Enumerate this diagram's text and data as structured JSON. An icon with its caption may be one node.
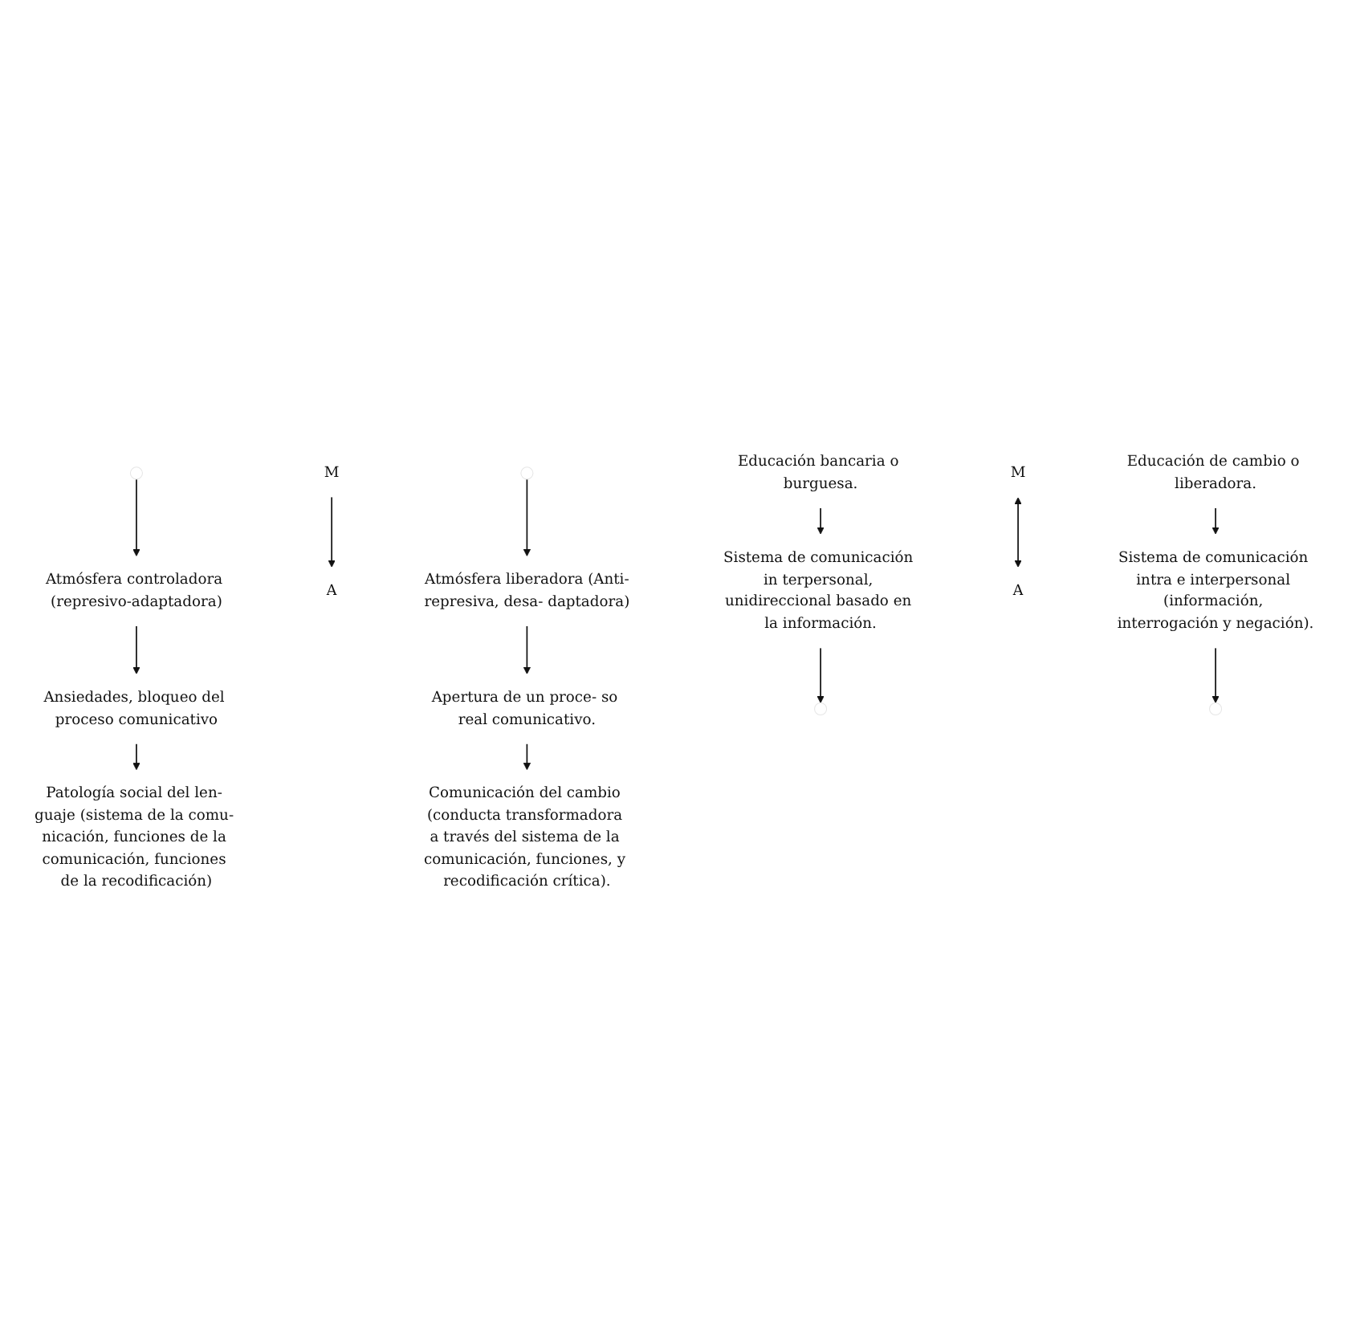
{
  "diagram": {
    "nodes": [
      {
        "text": [
          "Educación bancaria o burguesa."
        ]
      },
      {
        "text": [
          "Sistema de comunicación in terpersonal, unidireccional basado en la información."
        ]
      },
      {
        "text": [
          "M"
        ]
      },
      {
        "text": [
          "A"
        ]
      },
      {
        "text": [
          "Atmósfera controladora (represivo-adaptadora)"
        ]
      },
      {
        "text": [
          "Ansiedades, bloqueo del proceso comunicativo"
        ]
      },
      {
        "text": [
          "Patología social del len- guaje (sistema de la comu- nicación, funciones de la comunicación, funciones de la recodificación)"
        ]
      },
      {
        "text": [
          "Educación de cambio o liberadora."
        ]
      },
      {
        "text": [
          "Sistema de comunicación intra e interpersonal (información, interrogación y negación)."
        ]
      },
      {
        "text": [
          "M"
        ]
      },
      {
        "text": [
          "A"
        ]
      },
      {
        "text": [
          "Atmósfera liberadora (Anti-represiva, desa- daptadora)"
        ]
      },
      {
        "text": [
          "Apertura de un proce- so real comunicativo."
        ]
      },
      {
        "text": [
          "Comunicación del cambio (conducta transformadora a través del sistema de la comunicación, funciones, y recodificación crítica)."
        ]
      }
    ],
    "edges": [
      {
        "from": 0,
        "to": 1,
        "arrow": "to"
      },
      {
        "from": 1,
        "to": null,
        "arrow": "to"
      },
      {
        "from": 2,
        "to": 3,
        "arrow": "to"
      },
      {
        "from": null,
        "to": 4,
        "arrow": "to"
      },
      {
        "from": 4,
        "to": 5,
        "arrow": "to"
      },
      {
        "from": 5,
        "to": 6,
        "arrow": "to"
      },
      {
        "from": 7,
        "to": 8,
        "arrow": "to"
      },
      {
        "from": 8,
        "to": null,
        "arrow": "to"
      },
      {
        "from": 9,
        "to": 10,
        "arrow": "both"
      },
      {
        "from": null,
        "to": 11,
        "arrow": "to"
      },
      {
        "from": 11,
        "to": 12,
        "arrow": "to"
      },
      {
        "from": 12,
        "to": 13,
        "arrow": "to"
      }
    ]
  }
}
